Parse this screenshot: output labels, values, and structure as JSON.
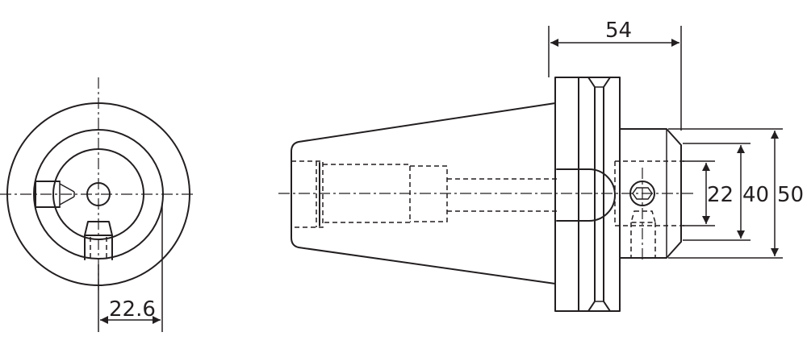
{
  "dimensions": {
    "offset": "22.6",
    "length": "54",
    "bore": "22",
    "collar": "40",
    "outer": "50"
  },
  "colors": {
    "line": "#231f20",
    "background": "#ffffff"
  }
}
